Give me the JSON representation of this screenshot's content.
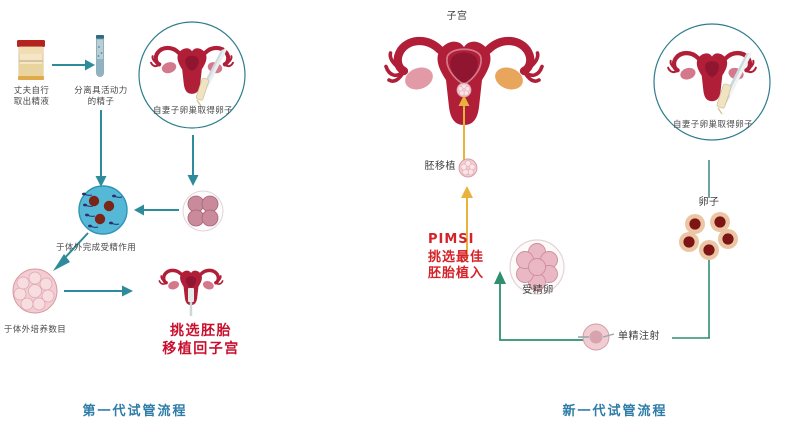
{
  "figure": {
    "type": "medical-process-diagram",
    "panels": [
      {
        "id": "left",
        "title": "第一代试管流程",
        "title_color": "#2d7ca8",
        "steps": [
          {
            "name": "semen-cup",
            "label": "丈夫自行\n取出精液",
            "icon": "specimen-cup-icon"
          },
          {
            "name": "sperm-tube",
            "label": "分离具活动力\n的精子",
            "icon": "test-tube-icon"
          },
          {
            "name": "ovary-retrieval",
            "label": "自妻子卵巢取得卵子",
            "icon": "uterus-circle-icon"
          },
          {
            "name": "fertilization-dish",
            "label": "于体外完成受精作用",
            "icon": "petri-dish-icon"
          },
          {
            "name": "embryo-culture",
            "label": "于体外培养数目",
            "icon": "morula-icon"
          },
          {
            "name": "embryo-transfer",
            "label": "挑选胚胎\n移植回子宫",
            "icon": "uterus-icon",
            "color": "#c8102e"
          }
        ]
      },
      {
        "id": "right",
        "title": "新一代试管流程",
        "title_color": "#2d7ca8",
        "steps": [
          {
            "name": "uterus-top",
            "label": "子宫",
            "icon": "uterus-icon"
          },
          {
            "name": "embryo-implant",
            "label": "胚移植",
            "icon": "embryo-icon"
          },
          {
            "name": "pimsi-selection",
            "label_brand": "PIMSI",
            "label": "挑选最佳\n胚胎植入",
            "color": "#d4232a"
          },
          {
            "name": "zygote",
            "label": "受精卵",
            "icon": "zygote-icon"
          },
          {
            "name": "sperm-injection",
            "label": "单精注射",
            "icon": "icsi-icon"
          },
          {
            "name": "egg-cluster",
            "label": "卵子",
            "icon": "oocyte-icon"
          },
          {
            "name": "ovary-retrieval-right",
            "label": "自妻子卵巢取得卵子",
            "icon": "uterus-circle-icon"
          }
        ]
      }
    ]
  },
  "colors": {
    "arrow_teal": "#2e8b9a",
    "arrow_green": "#2f8f6f",
    "arrow_gold": "#e8b33c",
    "uterus_red": "#b01e38",
    "uterus_dark": "#8f1530",
    "title_blue": "#2d7ca8",
    "accent_red": "#d4232a",
    "egg_tan": "#e8c4a0",
    "egg_core": "#8b1a1a",
    "dish_blue": "#55b8d6",
    "background": "#ffffff"
  }
}
